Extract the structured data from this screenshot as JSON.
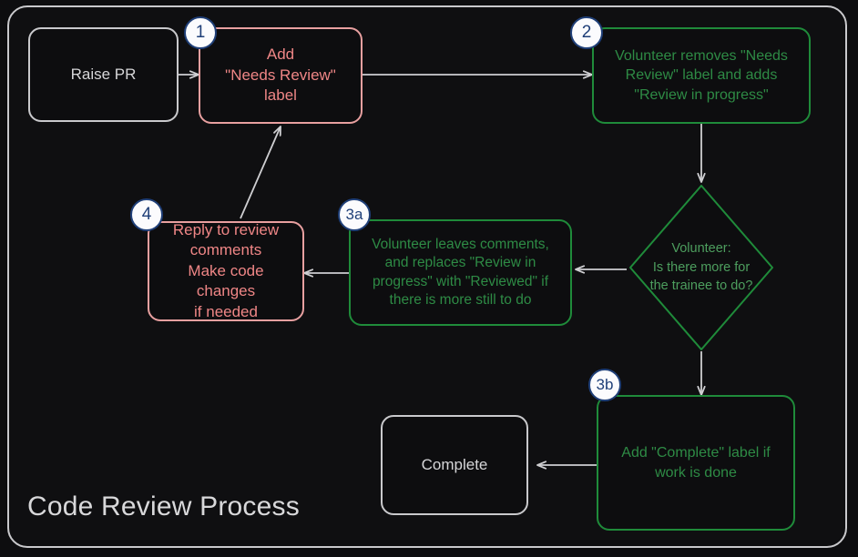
{
  "diagram": {
    "title": "Code Review Process",
    "colors": {
      "background": "#0d0d0f",
      "frame_border": "#c9c9cc",
      "neutral": "#c9c9cc",
      "red": "#ef8686",
      "red_border": "#e8a0a0",
      "green": "#2e8b45",
      "green_border": "#1f8b3a",
      "diamond_text": "#4d9e5e",
      "badge_fill": "#fbfbfd",
      "badge_stroke": "#1f3f78",
      "edge": "#cfcfd2"
    },
    "nodes": [
      {
        "id": "raise-pr",
        "label": "Raise PR",
        "style": "neutral",
        "badge": null
      },
      {
        "id": "add-needs-review",
        "label": "Add\n\"Needs Review\"\nlabel",
        "style": "red",
        "badge": "1"
      },
      {
        "id": "volunteer-takes",
        "label": "Volunteer removes \"Needs\nReview\" label and adds\n\"Review in progress\"",
        "style": "green",
        "badge": "2"
      },
      {
        "id": "decision-more-work",
        "label": "Volunteer:\nIs there more for\nthe trainee to do?",
        "style": "diamond",
        "badge": null
      },
      {
        "id": "volunteer-comments",
        "label": "Volunteer leaves comments,\nand replaces \"Review in\nprogress\" with \"Reviewed\" if\nthere is more still to do",
        "style": "green",
        "badge": "3a"
      },
      {
        "id": "reply-to-review",
        "label": "Reply to review\ncomments\nMake code changes\nif needed",
        "style": "red",
        "badge": "4"
      },
      {
        "id": "add-complete-label",
        "label": "Add \"Complete\" label if\nwork is done",
        "style": "green",
        "badge": "3b"
      },
      {
        "id": "complete",
        "label": "Complete",
        "style": "neutral",
        "badge": null
      }
    ],
    "edges": [
      {
        "from": "raise-pr",
        "to": "add-needs-review"
      },
      {
        "from": "add-needs-review",
        "to": "volunteer-takes"
      },
      {
        "from": "volunteer-takes",
        "to": "decision-more-work"
      },
      {
        "from": "decision-more-work",
        "to": "volunteer-comments"
      },
      {
        "from": "volunteer-comments",
        "to": "reply-to-review"
      },
      {
        "from": "reply-to-review",
        "to": "add-needs-review"
      },
      {
        "from": "decision-more-work",
        "to": "add-complete-label"
      },
      {
        "from": "add-complete-label",
        "to": "complete"
      }
    ]
  }
}
